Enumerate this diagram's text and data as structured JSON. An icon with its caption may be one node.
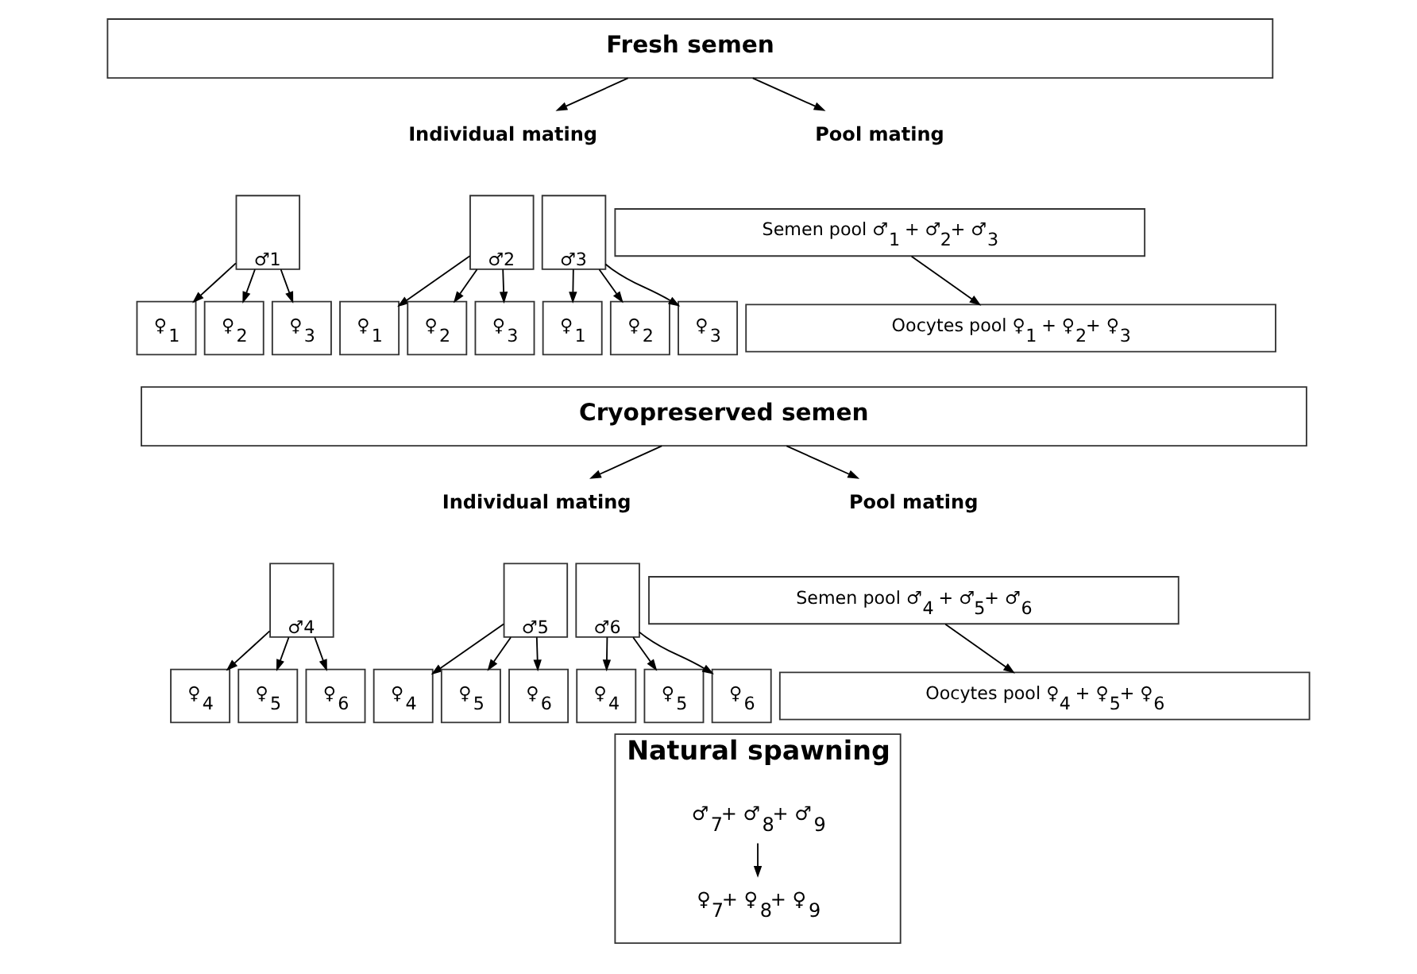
{
  "diagram": {
    "nodes": [
      {
        "text": [
          "Fresh semen"
        ]
      },
      {
        "text": [
          "Individual mating"
        ]
      },
      {
        "text": [
          "Pool mating"
        ]
      },
      {
        "text": [
          "♂1"
        ]
      },
      {
        "text": [
          "♀$_{1}$"
        ]
      },
      {
        "text": [
          "♀$_{2}$"
        ]
      },
      {
        "text": [
          "♀$_{3}$"
        ]
      },
      {
        "text": [
          "♂2"
        ]
      },
      {
        "text": [
          "♀$_{1}$"
        ]
      },
      {
        "text": [
          "♀$_{2}$"
        ]
      },
      {
        "text": [
          "♀$_{3}$"
        ]
      },
      {
        "text": [
          "♂3"
        ]
      },
      {
        "text": [
          "♀$_{1}$"
        ]
      },
      {
        "text": [
          "♀$_{2}$"
        ]
      },
      {
        "text": [
          "♀$_{3}$"
        ]
      },
      {
        "text": [
          "Semen pool ♂$_{1}$ + ♂$_{2}$+ ♂$_{3}$"
        ]
      },
      {
        "text": [
          "Oocytes pool ♀$_{1}$ + ♀$_{2}$+ ♀$_{3}$"
        ]
      },
      {
        "text": [
          "Cryopreserved semen"
        ]
      },
      {
        "text": [
          "Individual mating"
        ]
      },
      {
        "text": [
          "Pool mating"
        ]
      },
      {
        "text": [
          "♂4"
        ]
      },
      {
        "text": [
          "♀$_{4}$"
        ]
      },
      {
        "text": [
          "♀$_{5}$"
        ]
      },
      {
        "text": [
          "♀$_{6}$"
        ]
      },
      {
        "text": [
          "♂5"
        ]
      },
      {
        "text": [
          "♀$_{4}$"
        ]
      },
      {
        "text": [
          "♀$_{5}$"
        ]
      },
      {
        "text": [
          "♀$_{6}$"
        ]
      },
      {
        "text": [
          "♂6"
        ]
      },
      {
        "text": [
          "♀$_{4}$"
        ]
      },
      {
        "text": [
          "♀$_{5}$"
        ]
      },
      {
        "text": [
          "♀$_{6}$"
        ]
      },
      {
        "text": [
          "Semen pool ♂$_{4}$ + ♂$_{5}$+ ♂$_{6}$"
        ]
      },
      {
        "text": [
          "Oocytes pool ♀$_{4}$ + ♀$_{5}$+ ♀$_{6}$"
        ]
      },
      {
        "text": [
          "Natural spawning"
        ]
      },
      {
        "text": [
          "♂$_{7}$+ ♂$_{8}$+ ♂$_{9}$"
        ],
        "in": 34
      },
      {
        "text": [
          "♀$_{7}$+ ♀$_{8}$+ ♀$_{9}$"
        ],
        "in": 34
      }
    ],
    "edges": [
      {
        "from": 0,
        "to": 1,
        "arrow": "to"
      },
      {
        "from": 0,
        "to": 2,
        "arrow": "to"
      },
      {
        "from": 3,
        "to": 4,
        "arrow": "to"
      },
      {
        "from": 3,
        "to": 5,
        "arrow": "to"
      },
      {
        "from": 3,
        "to": 6,
        "arrow": "to"
      },
      {
        "from": 7,
        "to": 8,
        "arrow": "to"
      },
      {
        "from": 7,
        "to": 9,
        "arrow": "to"
      },
      {
        "from": 7,
        "to": 10,
        "arrow": "to"
      },
      {
        "from": 11,
        "to": 12,
        "arrow": "to"
      },
      {
        "from": 11,
        "to": 13,
        "arrow": "to"
      },
      {
        "from": 11,
        "to": 14,
        "arrow": "to"
      },
      {
        "from": 15,
        "to": 16,
        "arrow": "to"
      },
      {
        "from": 17,
        "to": 18,
        "arrow": "to"
      },
      {
        "from": 17,
        "to": 19,
        "arrow": "to"
      },
      {
        "from": 20,
        "to": 21,
        "arrow": "to"
      },
      {
        "from": 20,
        "to": 22,
        "arrow": "to"
      },
      {
        "from": 20,
        "to": 23,
        "arrow": "to"
      },
      {
        "from": 24,
        "to": 25,
        "arrow": "to"
      },
      {
        "from": 24,
        "to": 26,
        "arrow": "to"
      },
      {
        "from": 24,
        "to": 27,
        "arrow": "to"
      },
      {
        "from": 28,
        "to": 29,
        "arrow": "to"
      },
      {
        "from": 28,
        "to": 30,
        "arrow": "to"
      },
      {
        "from": 28,
        "to": 31,
        "arrow": "to"
      },
      {
        "from": 32,
        "to": 33,
        "arrow": "to"
      },
      {
        "from": 35,
        "to": 36,
        "arrow": "to"
      }
    ]
  }
}
